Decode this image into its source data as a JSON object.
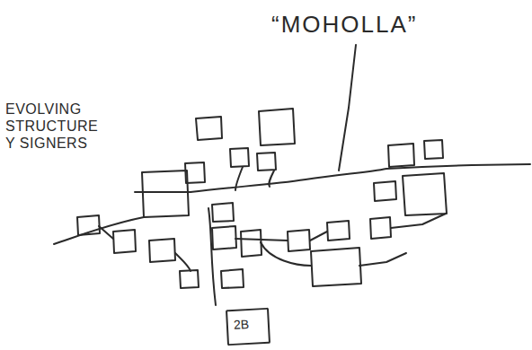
{
  "diagram": {
    "nodes": [
      {
        "text": [
          "2B"
        ]
      }
    ],
    "labels": [
      "“MOHOLLA”",
      "EVOLVING STRUCTURE Y SIGNERS"
    ]
  }
}
